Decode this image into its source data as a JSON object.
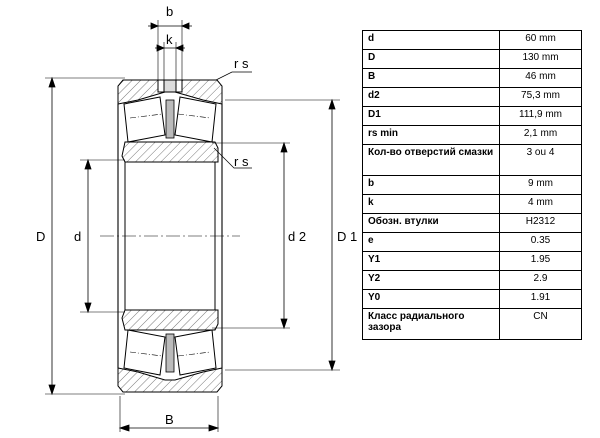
{
  "drawing": {
    "labels": {
      "b": "b",
      "k": "k",
      "rs_top": "r s",
      "rs_mid": "r s",
      "D": "D",
      "d": "d",
      "d2": "d 2",
      "D1": "D 1",
      "B": "B"
    }
  },
  "specs": [
    {
      "param": "d",
      "value": "60 mm"
    },
    {
      "param": "D",
      "value": "130 mm"
    },
    {
      "param": "B",
      "value": "46 mm"
    },
    {
      "param": "d2",
      "value": "75,3 mm"
    },
    {
      "param": "D1",
      "value": "111,9 mm"
    },
    {
      "param": "rs min",
      "value": "2,1 mm"
    },
    {
      "param": "Кол-во отверстий смазки",
      "value": "3 ou 4"
    },
    {
      "param": "b",
      "value": "9 mm"
    },
    {
      "param": "k",
      "value": "4 mm"
    },
    {
      "param": "Обозн. втулки",
      "value": "H2312"
    },
    {
      "param": "e",
      "value": "0.35"
    },
    {
      "param": "Y1",
      "value": "1.95"
    },
    {
      "param": "Y2",
      "value": "2.9"
    },
    {
      "param": "Y0",
      "value": "1.91"
    },
    {
      "param": "Класс радиального зазора",
      "value": "CN"
    }
  ]
}
